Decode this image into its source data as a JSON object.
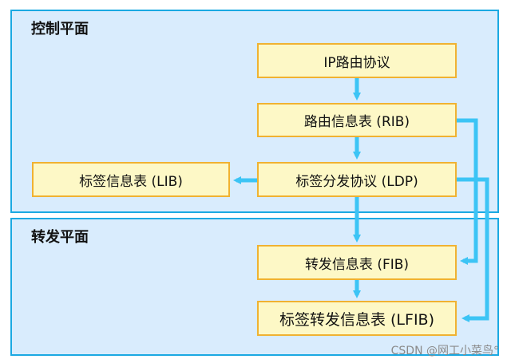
{
  "control_plane": {
    "title": "控制平面"
  },
  "forwarding_plane": {
    "title": "转发平面"
  },
  "nodes": {
    "ip_routing": "IP路由协议",
    "rib": "路由信息表 (RIB)",
    "ldp": "标签分发协议 (LDP)",
    "lib": "标签信息表 (LIB)",
    "fib": "转发信息表 (FIB)",
    "lfib": "标签转发信息表 (LFIB)"
  },
  "colors": {
    "plane_fill": "#d9ecfd",
    "plane_border": "#1ba9e2",
    "box_fill": "#fdf8c6",
    "box_border": "#f0b232",
    "arrow": "#3cc4f5"
  },
  "watermark": "CSDN @网工小菜鸟°"
}
